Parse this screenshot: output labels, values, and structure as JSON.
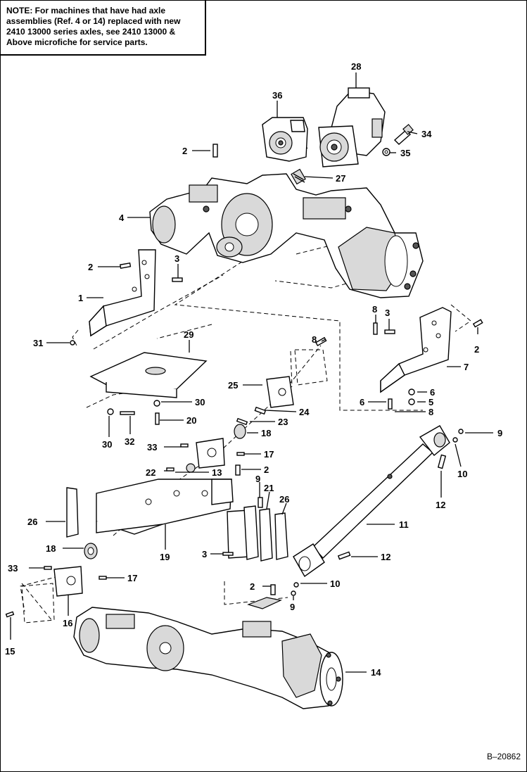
{
  "note": {
    "lines": [
      "NOTE:  For machines that have had axle",
      "assemblies (Ref. 4 or 14) replaced with new",
      "2410 13000  series axles, see 2410 13000  &",
      "Above microfiche for service parts."
    ]
  },
  "drawing_id": "B–20862",
  "callouts": [
    "28",
    "36",
    "34",
    "2",
    "35",
    "27",
    "4",
    "2",
    "3",
    "1",
    "8",
    "3",
    "2",
    "31",
    "29",
    "7",
    "8",
    "6",
    "6",
    "5",
    "30",
    "25",
    "24",
    "8",
    "20",
    "23",
    "30",
    "32",
    "18",
    "33",
    "17",
    "9",
    "2",
    "13",
    "22",
    "9",
    "10",
    "21",
    "26",
    "26",
    "12",
    "11",
    "18",
    "19",
    "3",
    "12",
    "33",
    "17",
    "2",
    "10",
    "9",
    "16",
    "15",
    "14"
  ]
}
